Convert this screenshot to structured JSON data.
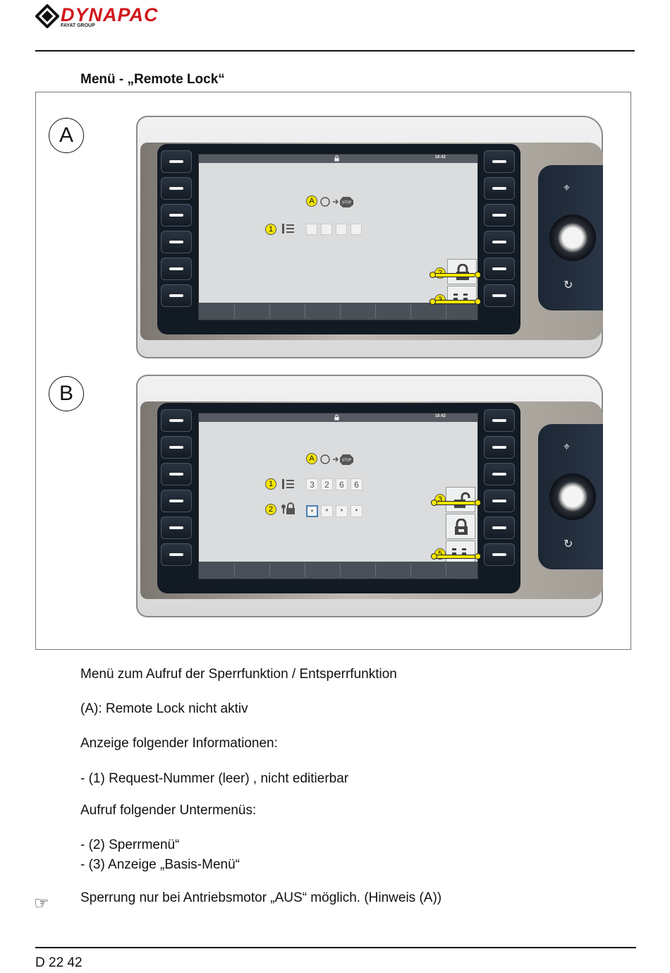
{
  "logo": {
    "brand": "DYNAPAC",
    "sub": "FAYAT GROUP"
  },
  "heading": "Menü - „Remote Lock“",
  "figure": {
    "panel_a": {
      "letter": "A",
      "time": "18:42",
      "hint_callout": "A",
      "callouts": [
        "1",
        "2",
        "3"
      ],
      "stop_label": "STOP"
    },
    "panel_b": {
      "letter": "B",
      "time": "18:42",
      "hint_callout": "A",
      "callouts": [
        "1",
        "2",
        "3",
        "5"
      ],
      "stop_label": "STOP",
      "request_digits": [
        "3",
        "2",
        "6",
        "6"
      ],
      "code_mask": [
        "*",
        "*",
        "*",
        "*"
      ]
    }
  },
  "body": {
    "line1": "Menü zum Aufruf der Sperrfunktion / Entsperrfunktion",
    "line2": "(A): Remote Lock nicht aktiv",
    "line3": "Anzeige folgender Informationen:",
    "item1": "-  (1) Request-Nummer (leer) , nicht editierbar",
    "line4": "Aufruf folgender Untermenüs:",
    "item2": "-  (2) Sperrmenü“",
    "item3": "-  (3) Anzeige „Basis-Menü“",
    "note": "Sperrung nur bei Antriebsmotor „AUS“ möglich. (Hinweis (A))"
  },
  "footer": "D 22 42",
  "icons": [
    "dynapac-logo-icon",
    "lock-icon",
    "engine-icon",
    "arrow-icon",
    "stop-icon",
    "list-icon",
    "key-lock-icon",
    "unlock-icon",
    "rotate-icon",
    "reset-icon",
    "pointing-hand-icon"
  ],
  "colors": {
    "brand_red": "#d0171d",
    "callout_yellow": "#f5e600"
  }
}
